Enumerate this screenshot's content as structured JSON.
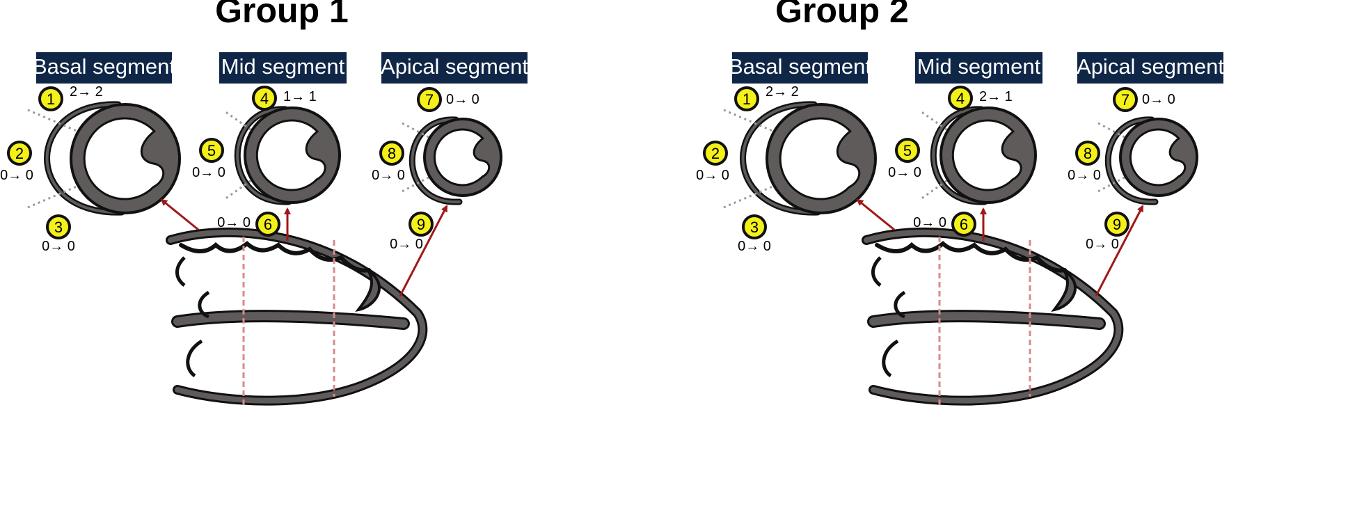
{
  "colors": {
    "label_bg": "#0f2647",
    "label_text": "#ffffff",
    "myocardium": "#5f5b5b",
    "outline": "#111111",
    "badge_fill": "#f4f01a",
    "arrow": "#a01818",
    "cut_line": "#d98a8a",
    "dots": "#9a9a9a"
  },
  "groups": [
    {
      "title": "Group 1",
      "segments": [
        {
          "label": "Basal segment"
        },
        {
          "label": "Mid segment"
        },
        {
          "label": "Apical segment"
        }
      ],
      "regions": [
        {
          "number": "1",
          "score": "2→ 2"
        },
        {
          "number": "2",
          "score": "0→ 0"
        },
        {
          "number": "3",
          "score": "0→ 0"
        },
        {
          "number": "4",
          "score": "1→ 1"
        },
        {
          "number": "5",
          "score": "0→ 0"
        },
        {
          "number": "6",
          "score": "0→ 0"
        },
        {
          "number": "7",
          "score": "0→ 0"
        },
        {
          "number": "8",
          "score": "0→ 0"
        },
        {
          "number": "9",
          "score": "0→ 0"
        }
      ]
    },
    {
      "title": "Group 2",
      "segments": [
        {
          "label": "Basal segment"
        },
        {
          "label": "Mid segment"
        },
        {
          "label": "Apical segment"
        }
      ],
      "regions": [
        {
          "number": "1",
          "score": "2→ 2"
        },
        {
          "number": "2",
          "score": "0→ 0"
        },
        {
          "number": "3",
          "score": "0→ 0"
        },
        {
          "number": "4",
          "score": "2→ 1"
        },
        {
          "number": "5",
          "score": "0→ 0"
        },
        {
          "number": "6",
          "score": "0→ 0"
        },
        {
          "number": "7",
          "score": "0→ 0"
        },
        {
          "number": "8",
          "score": "0→ 0"
        },
        {
          "number": "9",
          "score": "0→ 0"
        }
      ]
    }
  ]
}
